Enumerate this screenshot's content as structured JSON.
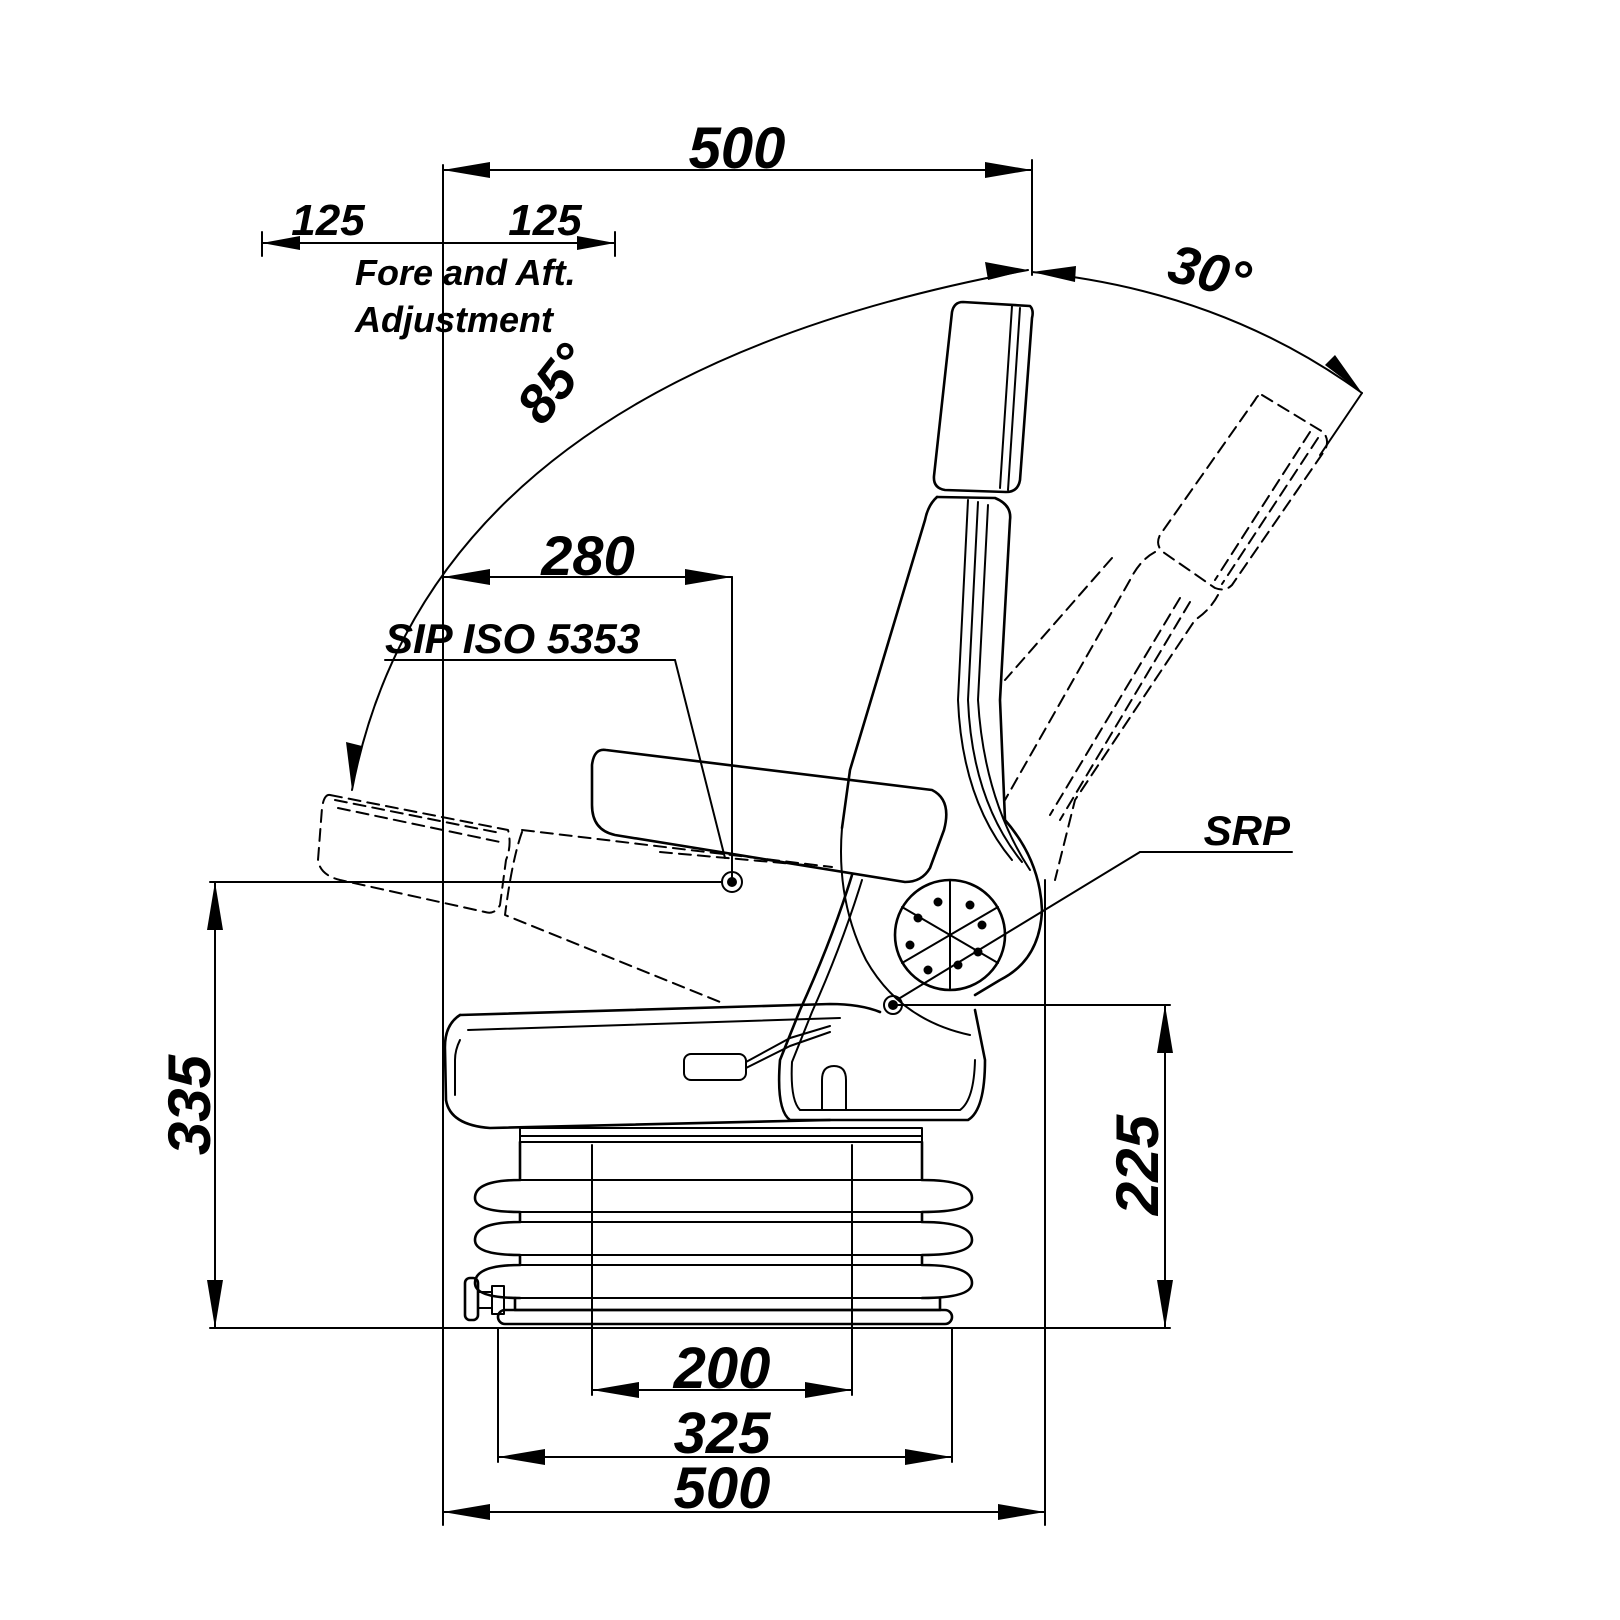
{
  "dimensions": {
    "top_width": "500",
    "fore_aft_left": "125",
    "fore_aft_right": "125",
    "backrest_recline": "30°",
    "backrest_forward": "85°",
    "sip_offset": "280",
    "sip_height": "335",
    "srp_height": "225",
    "base_inner": "200",
    "base_middle": "325",
    "base_overall": "500"
  },
  "labels": {
    "fore_aft_line1": "Fore and Aft.",
    "fore_aft_line2": "Adjustment",
    "sip": "SIP ISO 5353",
    "srp": "SRP"
  },
  "colors": {
    "line": "#000000",
    "background": "#ffffff"
  }
}
